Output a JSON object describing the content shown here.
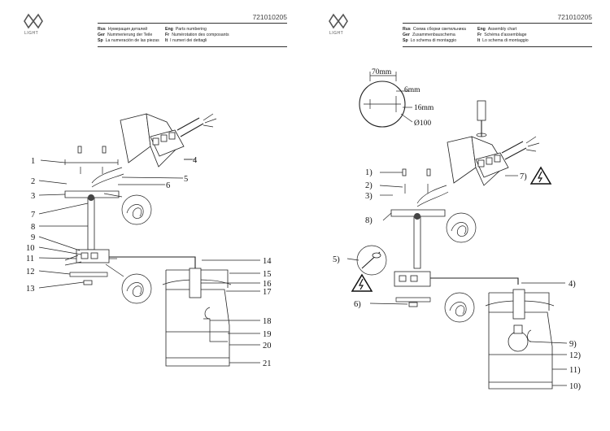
{
  "left_page": {
    "article": "721010205",
    "logo_text": "LIGHT",
    "header": [
      {
        "code": "Rus",
        "text": "Нумерация деталей"
      },
      {
        "code": "Ger",
        "text": "Nummerierung der Teile"
      },
      {
        "code": "Sp",
        "text": "La numeración de las piezas"
      },
      {
        "code": "Eng",
        "text": "Parts numbering"
      },
      {
        "code": "Fr",
        "text": "Numérotation des composants"
      },
      {
        "code": "It",
        "text": "I numeri dei dettagli"
      }
    ],
    "labels": [
      "1",
      "2",
      "3",
      "7",
      "8",
      "9",
      "10",
      "11",
      "12",
      "13",
      "4",
      "5",
      "6",
      "14",
      "15",
      "16",
      "17",
      "18",
      "19",
      "20",
      "21"
    ]
  },
  "right_page": {
    "article": "721010205",
    "logo_text": "LIGHT",
    "header": [
      {
        "code": "Rus",
        "text": "Схема сборки светильника"
      },
      {
        "code": "Ger",
        "text": "Zusammenbauschema"
      },
      {
        "code": "Sp",
        "text": "Lo schema di montaggio"
      },
      {
        "code": "Eng",
        "text": "Assembly chart"
      },
      {
        "code": "Fr",
        "text": "Schéma d'assemblage"
      },
      {
        "code": "It",
        "text": "Lo schema di montaggio"
      }
    ],
    "dimensions": [
      "70mm",
      "6mm",
      "16mm",
      "Ø100"
    ],
    "steps": [
      "1)",
      "2)",
      "3)",
      "8)",
      "5)",
      "6)",
      "7)",
      "4)",
      "9)",
      "12)",
      "11)",
      "10)"
    ]
  }
}
